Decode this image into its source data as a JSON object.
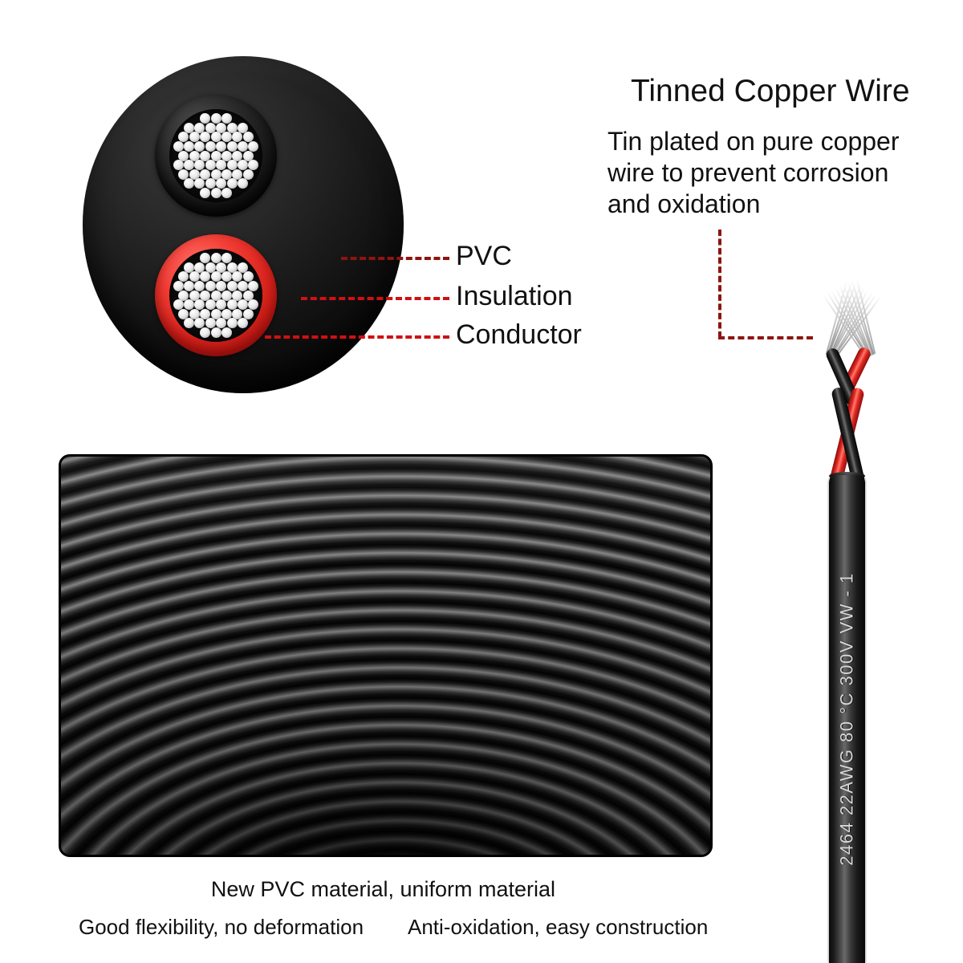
{
  "heading": {
    "title": "Tinned Copper Wire",
    "description": "Tin plated on pure copper wire to prevent corrosion and oxidation"
  },
  "cross_section": {
    "name": "cable-cross-section",
    "callouts": [
      {
        "key": "pvc",
        "label": "PVC"
      },
      {
        "key": "insulation",
        "label": "Insulation"
      },
      {
        "key": "conductor",
        "label": "Conductor"
      }
    ],
    "cores": [
      {
        "key": "black-core",
        "insulation_color": "#141414"
      },
      {
        "key": "red-core",
        "insulation_color": "#d8231c"
      }
    ]
  },
  "wire_photo": {
    "jacket_print": "2464   22AWG   80 °C   300V   VW - 1",
    "legs": [
      {
        "key": "red-wire",
        "color": "#e22a22"
      },
      {
        "key": "black-wire",
        "color": "#1a1a1a"
      }
    ]
  },
  "coil_photo": {
    "caption_main": "New PVC material, uniform material",
    "caption_left": "Good flexibility, no deformation",
    "caption_right": "Anti-oxidation, easy construction"
  },
  "colors": {
    "leader_red": "#cf1110",
    "leader_dark_red": "#8e1410",
    "text": "#111111",
    "background": "#ffffff",
    "jacket_black": "#0a0a0a",
    "strand_silver": "#e9e9e9"
  }
}
